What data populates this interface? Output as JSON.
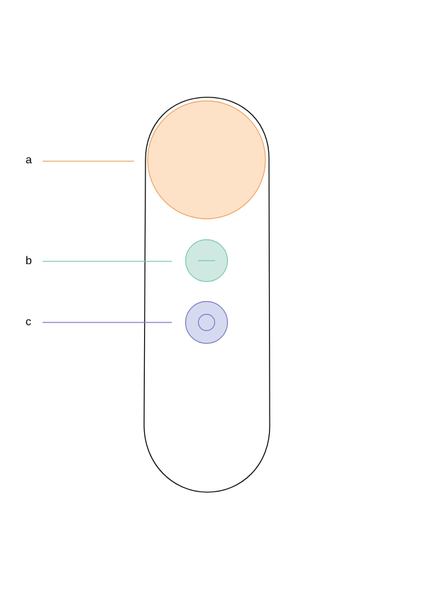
{
  "callouts": {
    "a": {
      "label": "a",
      "color": "#f0a060",
      "target": "touchpad"
    },
    "b": {
      "label": "b",
      "color": "#7cc8b0",
      "target": "app-button"
    },
    "c": {
      "label": "c",
      "color": "#7a78c8",
      "target": "home-button"
    }
  },
  "colors": {
    "outline": "#000000",
    "touchpad_fill": "#fde2c7",
    "touchpad_stroke": "#f0a060",
    "app_button_fill": "#cfe9e2",
    "app_button_stroke": "#7cc8b0",
    "home_button_fill": "#d6daf0",
    "home_button_stroke": "#7a78c8"
  },
  "icons": {
    "app_button": "minus-line-icon",
    "home_button": "ring-circle-icon"
  }
}
